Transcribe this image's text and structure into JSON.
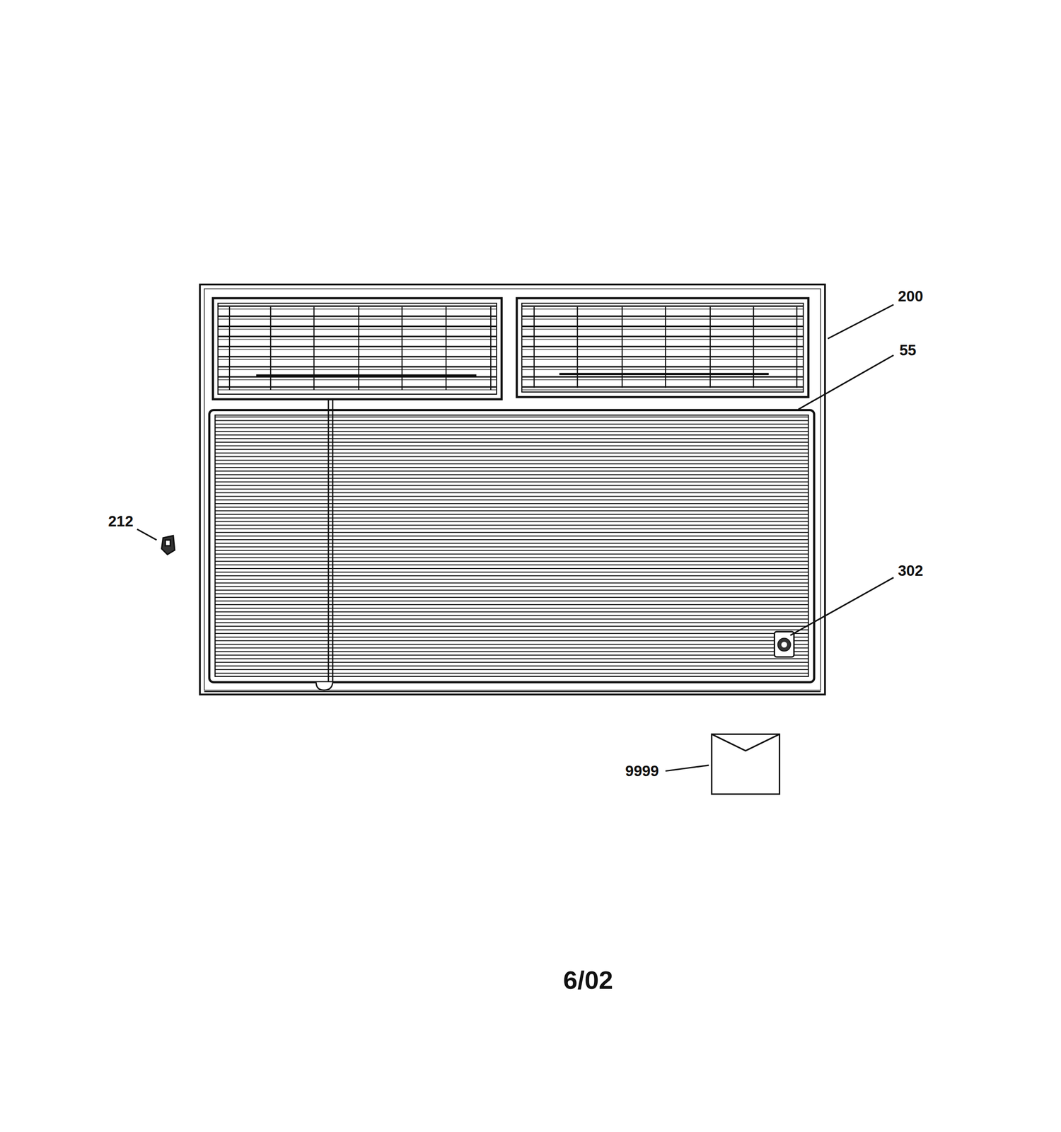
{
  "diagram": {
    "labels": [
      "200",
      "55",
      "212",
      "302",
      "9999",
      "6/02"
    ]
  }
}
